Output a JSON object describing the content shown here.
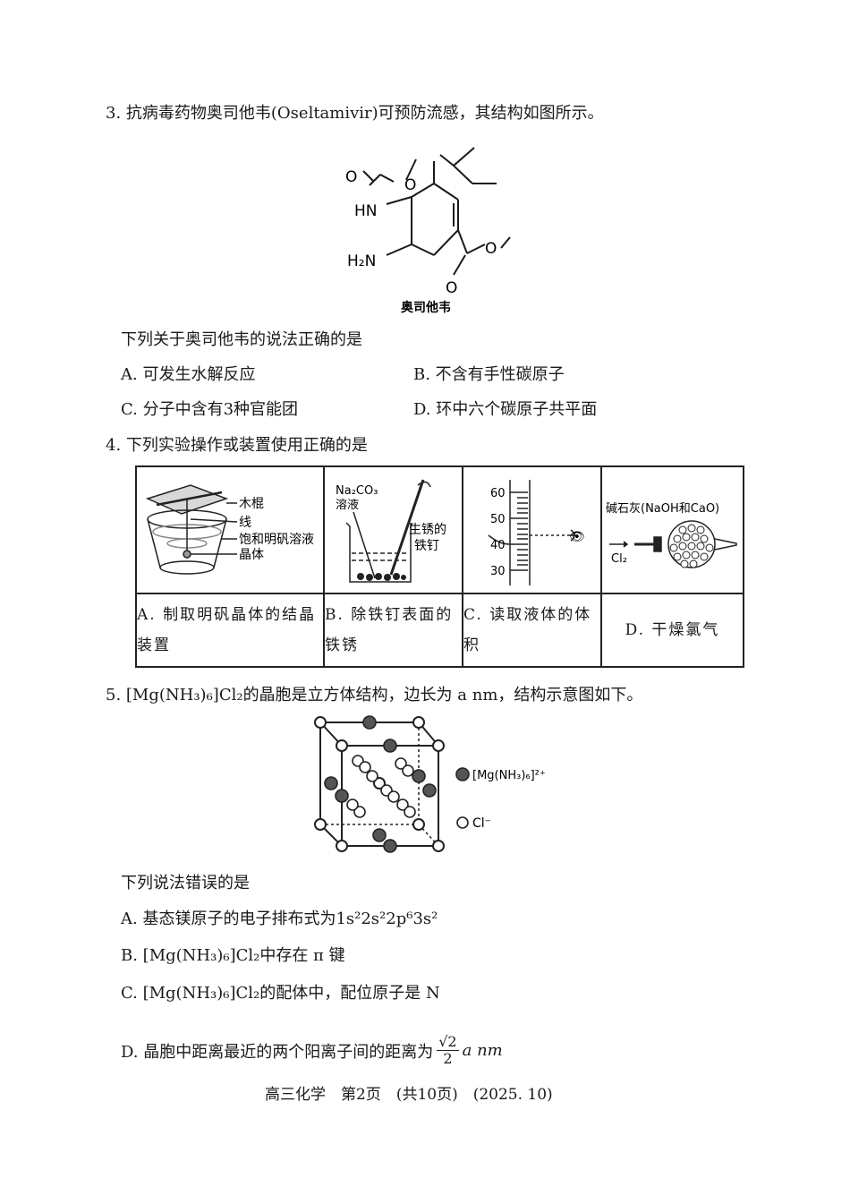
{
  "q3": {
    "stem": "3. 抗病毒药物奥司他韦(Oseltamivir)可预防流感，其结构如图所示。",
    "structure_caption": "奥司他韦",
    "atoms": {
      "o_carbonyl": "O",
      "hn": "HN",
      "o_ether": "O",
      "h2n": "H₂N",
      "o_ester": "O",
      "o_double": "O"
    },
    "prompt": "下列关于奥司他韦的说法正确的是",
    "options": [
      {
        "label": "A. 可发生水解反应"
      },
      {
        "label": "B. 不含有手性碳原子"
      },
      {
        "label": "C. 分子中含有3种官能团"
      },
      {
        "label": "D. 环中六个碳原子共平面"
      }
    ]
  },
  "q4": {
    "stem": "4. 下列实验操作或装置使用正确的是",
    "a_labels": {
      "stick": "木棍",
      "thread": "线",
      "solution": "饱和明矾溶液",
      "crystal": "晶体"
    },
    "b_labels": {
      "reagent": "Na₂CO₃",
      "reagent2": "溶液",
      "nail": "生锈的",
      "nail2": "铁钉"
    },
    "c_ticks": [
      "60",
      "50",
      "40",
      "30"
    ],
    "d_labels": {
      "lime": "碱石灰(NaOH和CaO)",
      "gas": "Cl₂"
    },
    "captions": {
      "a": "A. 制取明矾晶体的结晶装置",
      "b": "B. 除铁钉表面的铁锈",
      "c": "C. 读取液体的体积",
      "d": "D. 干燥氯气"
    }
  },
  "q5": {
    "stem": "5. [Mg(NH₃)₆]Cl₂的晶胞是立方体结构，边长为 a nm，结构示意图如下。",
    "legend_cation": "[Mg(NH₃)₆]²⁺",
    "legend_anion": "Cl⁻",
    "prompt": "下列说法错误的是",
    "options": [
      {
        "label": "A. 基态镁原子的电子排布式为1s²2s²2p⁶3s²"
      },
      {
        "label": "B. [Mg(NH₃)₆]Cl₂中存在 π 键"
      },
      {
        "label": "C. [Mg(NH₃)₆]Cl₂的配体中，配位原子是 N"
      },
      {
        "label": "D. 晶胞中距离最近的两个阳离子间的距离为"
      }
    ],
    "d_frac_num": "√2",
    "d_frac_den": "2",
    "d_tail": "a nm"
  },
  "footer": "高三化学　第2页　(共10页)　(2025. 10)"
}
